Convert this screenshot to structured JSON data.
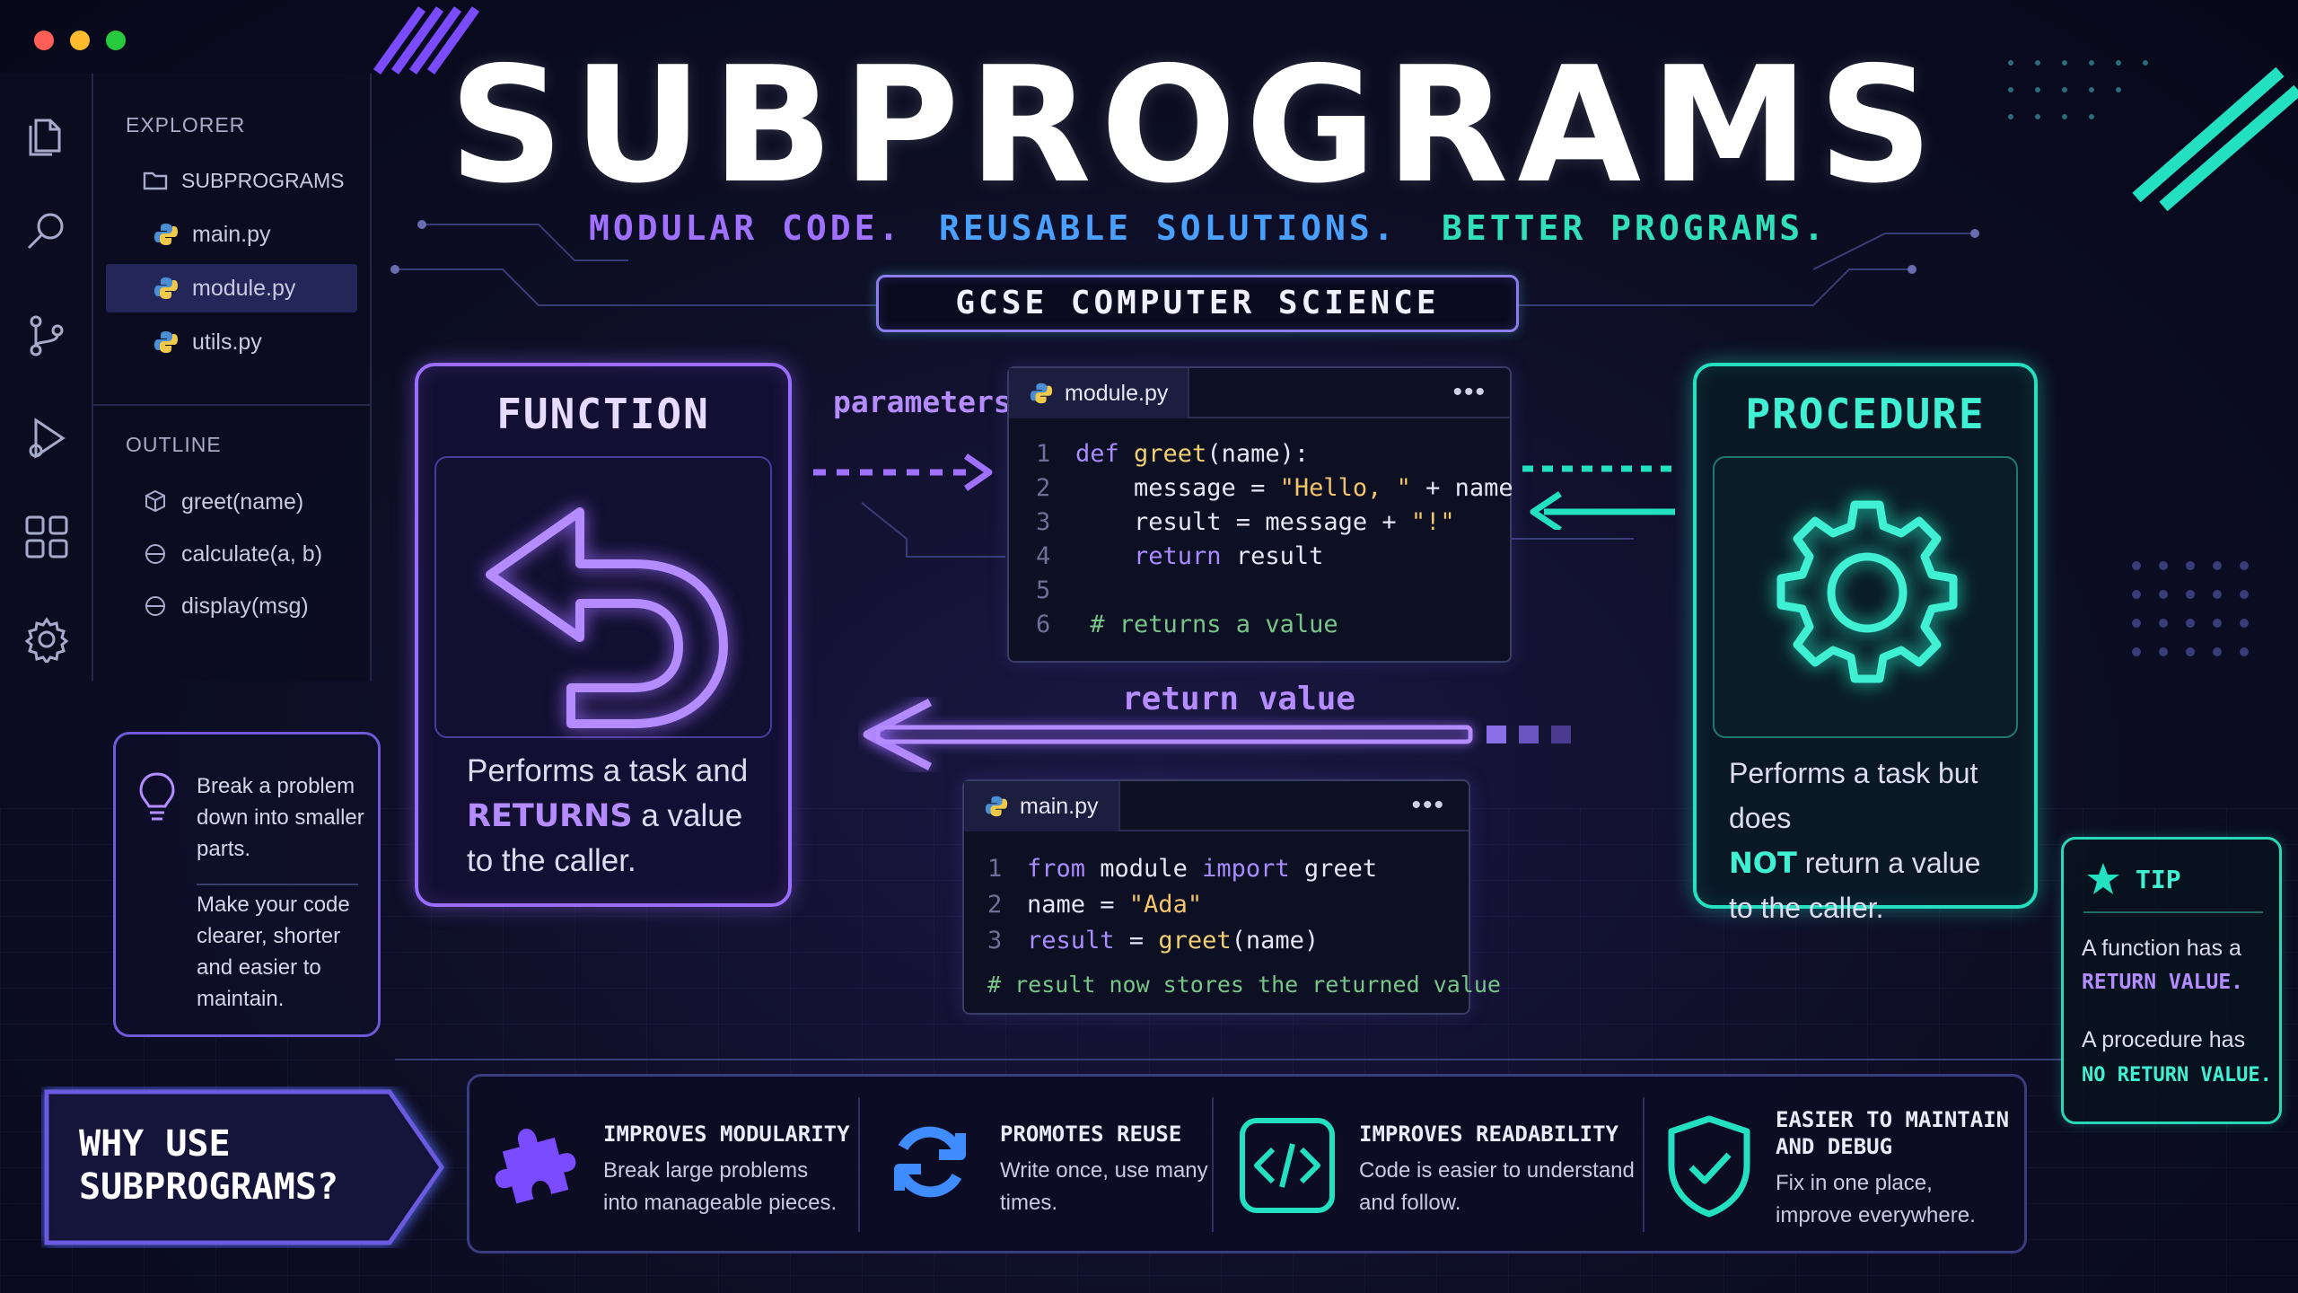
{
  "window": {
    "dots": [
      "#ff5f56",
      "#ffbd2e",
      "#27c93f"
    ]
  },
  "explorer": {
    "heading": "EXPLORER",
    "folder": "SUBPROGRAMS",
    "files": [
      "main.py",
      "module.py",
      "utils.py"
    ],
    "active_file": "module.py"
  },
  "outline": {
    "heading": "OUTLINE",
    "items": [
      "greet(name)",
      "calculate(a, b)",
      "display(msg)"
    ]
  },
  "header": {
    "title": "SUBPROGRAMS",
    "subtitle_1": "MODULAR CODE.",
    "subtitle_2": "REUSABLE SOLUTIONS.",
    "subtitle_3": "BETTER PROGRAMS.",
    "badge": "GCSE COMPUTER SCIENCE"
  },
  "colors": {
    "purple": "#9a6cff",
    "blue": "#3f8cff",
    "teal": "#22e0c0",
    "subtitle_1": "#a070ff",
    "subtitle_2": "#4aa0ff",
    "subtitle_3": "#30e0b8"
  },
  "function_card": {
    "title": "FUNCTION",
    "desc_1": "Performs a task and",
    "desc_hl": "RETURNS",
    "desc_2": " a value",
    "desc_3": "to the caller.",
    "icon": "return-arrow-icon"
  },
  "procedure_card": {
    "title": "PROCEDURE",
    "desc_1": "Performs a task but does",
    "desc_hl": "NOT",
    "desc_2": " return a value",
    "desc_3": "to the caller.",
    "icon": "gear-icon"
  },
  "labels": {
    "parameters": "parameters",
    "return_value": "return value"
  },
  "module_code": {
    "tab": "module.py",
    "more": "•••",
    "lines": [
      {
        "n": "1",
        "a": "def",
        "b": " greet",
        "c": "(name):"
      },
      {
        "n": "2",
        "t": "    message = ",
        "s": "\"Hello, \"",
        "u": " + name"
      },
      {
        "n": "3",
        "t": "    result = message + ",
        "s": "\"!\""
      },
      {
        "n": "4",
        "k": "    return",
        "t": " result"
      },
      {
        "n": "5"
      },
      {
        "n": "6",
        "c": " # returns a value"
      }
    ]
  },
  "main_code": {
    "tab": "main.py",
    "more": "•••",
    "l1": {
      "n": "1",
      "k1": "from",
      "t1": " module ",
      "k2": "import",
      "t2": " greet"
    },
    "l2": {
      "n": "2",
      "t": "name = ",
      "s": "\"Ada\""
    },
    "l3": {
      "n": "3",
      "k": "result",
      "t": " = ",
      "f": "greet",
      "u": "(name)"
    },
    "comment": "# result now stores the returned value"
  },
  "info": {
    "p1": [
      "Break a problem",
      "down into smaller",
      "parts."
    ],
    "p2": [
      "Make your code",
      "clearer, shorter",
      "and easier to",
      "maintain."
    ]
  },
  "tip": {
    "title": "TIP",
    "l1": "A function has a",
    "l2": "RETURN VALUE.",
    "l3": "A procedure has",
    "l4": "NO RETURN VALUE."
  },
  "why": {
    "l1": "WHY USE",
    "l2": "SUBPROGRAMS?"
  },
  "features": [
    {
      "title": [
        "IMPROVES MODULARITY"
      ],
      "desc": [
        "Break large problems",
        "into manageable pieces."
      ],
      "icon": "puzzle-icon"
    },
    {
      "title": [
        "PROMOTES REUSE"
      ],
      "desc": [
        "Write once, use many",
        "times."
      ],
      "icon": "refresh-icon"
    },
    {
      "title": [
        "IMPROVES READABILITY"
      ],
      "desc": [
        "Code is easier to understand",
        "and follow."
      ],
      "icon": "code-icon"
    },
    {
      "title": [
        "EASIER TO MAINTAIN",
        "AND DEBUG"
      ],
      "desc": [
        "Fix in one place,",
        "improve everywhere."
      ],
      "icon": "shield-check-icon"
    }
  ]
}
